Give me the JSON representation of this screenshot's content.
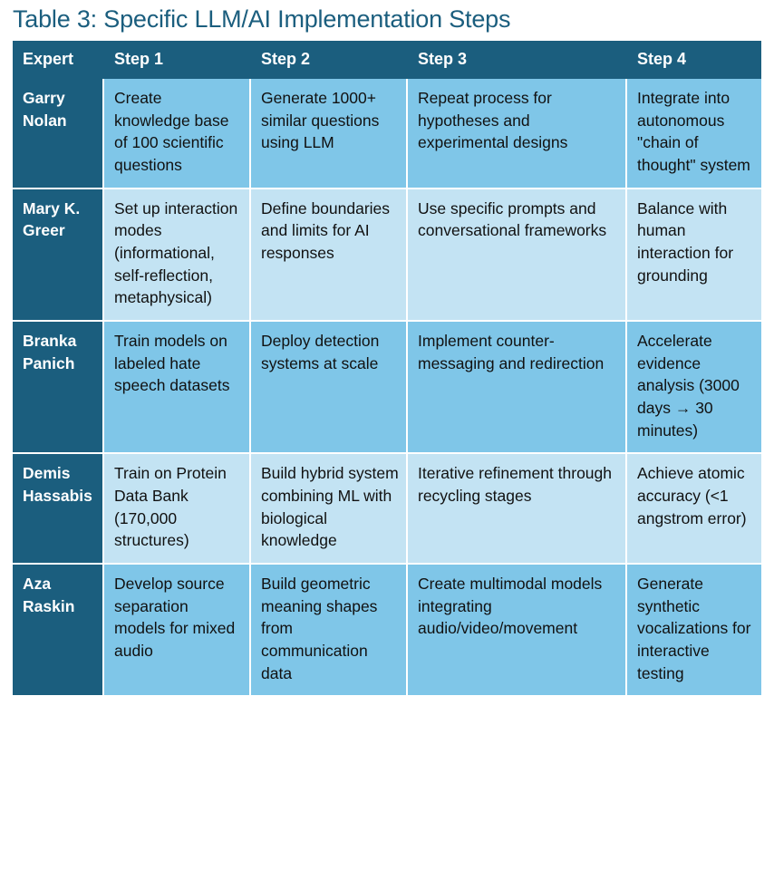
{
  "document": {
    "title": "Table 3: Specific LLM/AI Implementation Steps"
  },
  "colors": {
    "header_bg": "#1B5E7E",
    "header_text": "#FFFFFF",
    "expert_cell_bg": "#1B5E7E",
    "row_band_dark": "#7FC6E8",
    "row_band_light": "#C3E3F3",
    "body_text": "#111111",
    "title_text": "#1B5E7E",
    "gridline": "#FFFFFF",
    "page_bg": "#FFFFFF"
  },
  "table": {
    "columns": [
      {
        "key": "expert",
        "label": "Expert"
      },
      {
        "key": "step1",
        "label": "Step 1"
      },
      {
        "key": "step2",
        "label": "Step 2"
      },
      {
        "key": "step3",
        "label": "Step 3"
      },
      {
        "key": "step4",
        "label": "Step 4"
      }
    ],
    "rows": [
      {
        "expert": "Garry Nolan",
        "step1": "Create knowledge base of 100 scientific questions",
        "step2": "Generate 1000+ similar questions using LLM",
        "step3": "Repeat process for hypotheses and experimental designs",
        "step4": "Integrate into autonomous \"chain of thought\" system"
      },
      {
        "expert": "Mary K. Greer",
        "step1": "Set up interaction modes (informational, self-reflection, metaphysical)",
        "step2": "Define boundaries and limits for AI responses",
        "step3": "Use specific prompts and conversational frameworks",
        "step4": "Balance with human interaction for grounding"
      },
      {
        "expert": "Branka Panich",
        "step1": "Train models on labeled hate speech datasets",
        "step2": "Deploy detection systems at scale",
        "step3": "Implement counter-messaging and redirection",
        "step4": "Accelerate evidence analysis (3000 days → 30 minutes)"
      },
      {
        "expert": "Demis Hassabis",
        "step1": "Train on Protein Data Bank (170,000 structures)",
        "step2": "Build hybrid system combining ML with biological knowledge",
        "step3": "Iterative refinement through recycling stages",
        "step4": "Achieve atomic accuracy (<1 angstrom error)"
      },
      {
        "expert": "Aza Raskin",
        "step1": "Develop source separation models for mixed audio",
        "step2": "Build geometric meaning shapes from communication data",
        "step3": "Create multimodal models integrating audio/video/movement",
        "step4": "Generate synthetic vocalizations for interactive testing"
      }
    ]
  }
}
